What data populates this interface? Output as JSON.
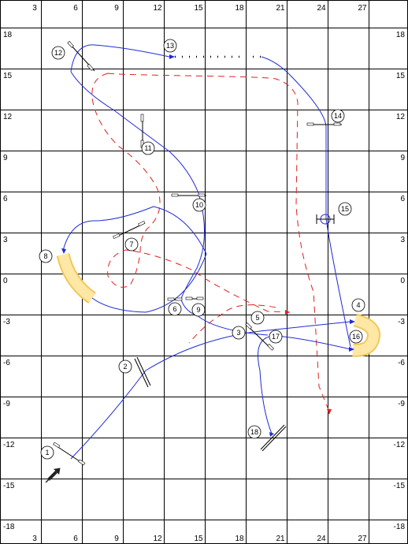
{
  "axis": {
    "x_ticks": [
      "3",
      "6",
      "9",
      "12",
      "15",
      "18",
      "21",
      "24",
      "27"
    ],
    "y_ticks": [
      "18",
      "15",
      "12",
      "9",
      "6",
      "3",
      "0",
      "-3",
      "-6",
      "-9",
      "-12",
      "-15",
      "-18"
    ]
  },
  "colors": {
    "grid": "#000000",
    "flight_path": "#1f2bd6",
    "dashed_path": "#e02020",
    "tunnel_fill": "#ffe7a6",
    "tunnel_edge": "#f0c85a",
    "start_icon": "#222222"
  },
  "obstacles": [
    {
      "num": "1"
    },
    {
      "num": "2"
    },
    {
      "num": "3"
    },
    {
      "num": "4"
    },
    {
      "num": "5"
    },
    {
      "num": "6"
    },
    {
      "num": "7"
    },
    {
      "num": "8"
    },
    {
      "num": "9"
    },
    {
      "num": "10"
    },
    {
      "num": "11"
    },
    {
      "num": "12"
    },
    {
      "num": "13"
    },
    {
      "num": "14"
    },
    {
      "num": "15"
    },
    {
      "num": "16"
    },
    {
      "num": "17"
    },
    {
      "num": "18"
    }
  ],
  "icons": {
    "start": "start-arrow-icon",
    "wheel": "tire-jump-icon"
  }
}
